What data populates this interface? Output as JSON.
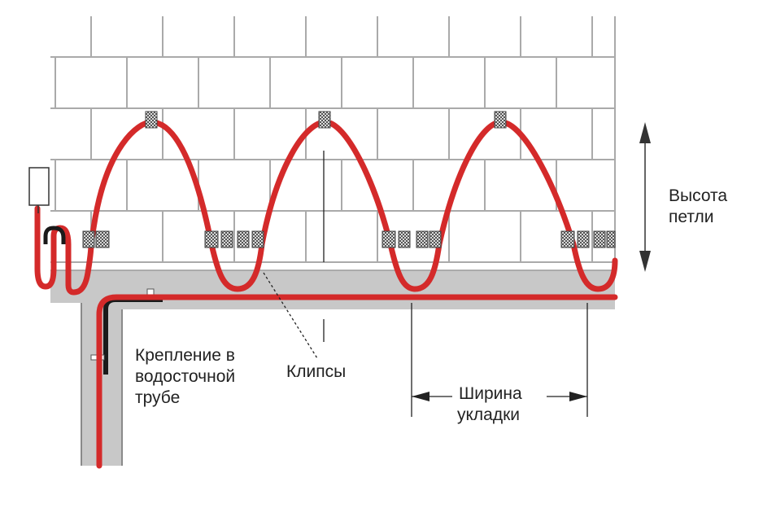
{
  "labels": {
    "loop_height": "Высота петли",
    "gutter_mount": "Крепление в водосточной трубе",
    "clips": "Клипсы",
    "laying_width_line1": "Ширина",
    "laying_width_line2": "укладки"
  },
  "colors": {
    "cable": "#d42a2a",
    "cable_dark": "#1a1a1a",
    "wall_lines": "#aaaaaa",
    "gutter": "#c8c8c8",
    "arrow": "#333333"
  },
  "elements": {
    "loop_count": 3,
    "clips_upper": 3,
    "clips_lower_pairs": 4
  }
}
